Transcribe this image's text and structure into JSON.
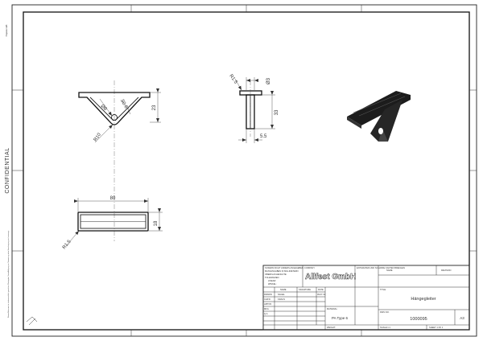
{
  "sheet": {
    "side_label": "CONFIDENTIAL",
    "side_note": "Dieses Dokument ist urheberrechtlich geschützt. Weitergabe, Vervielfältigung und Verwertung ohne Genehmigung sind untersagt.",
    "corner_label": "Prepared with"
  },
  "views": {
    "front": {
      "dim_width": "23",
      "dim_angle": "50.6°",
      "dim_hole": "Ø8",
      "dim_radius": "R10"
    },
    "side": {
      "dim_radius": "R1.5",
      "dim_dia": "Ø3",
      "dim_height": "33",
      "dim_thickness": "5.5"
    },
    "top": {
      "dim_length": "80",
      "dim_depth": "18",
      "dim_radius": "R1.5"
    }
  },
  "title_block": {
    "notes": [
      "SOFERN NICHT ANDERS ANGEGEBEN:",
      "MASSANGABEN IN MILLIMETERN",
      "OBERFLÄCHENGÜTE:",
      "TOLERANZEN:",
      "LINEAR:",
      "WINKEL:"
    ],
    "company_label": "COMPANY",
    "company": "Allfest GmbH",
    "finish_label": "ENTGRATEN UND SCHARFE KANTEN BRECHEN",
    "name_label": "NAME",
    "revision_label": "REVISION",
    "header_row": [
      "",
      "NAME",
      "SIGNATURE",
      "DATE"
    ],
    "rows": [
      [
        "DRAWN",
        "NAGEL",
        "",
        "09.07.19"
      ],
      [
        "CHK'D",
        "KRAUS",
        "",
        ""
      ],
      [
        "APPV'D",
        "",
        "",
        ""
      ],
      [
        "MFG",
        "",
        "",
        ""
      ],
      [
        "Q.A",
        "",
        "",
        ""
      ]
    ],
    "material_label": "MATERIAL:",
    "material": "PA Type 6",
    "weight_label": "WEIGHT:",
    "title_label": "TITLE:",
    "title": "Hängegleiter",
    "dwg_label": "DWG NO.",
    "dwg_no": "1000095",
    "size": "A3",
    "scale_label": "SCALE:1:1",
    "sheet_label": "SHEET 1 OF 1"
  }
}
